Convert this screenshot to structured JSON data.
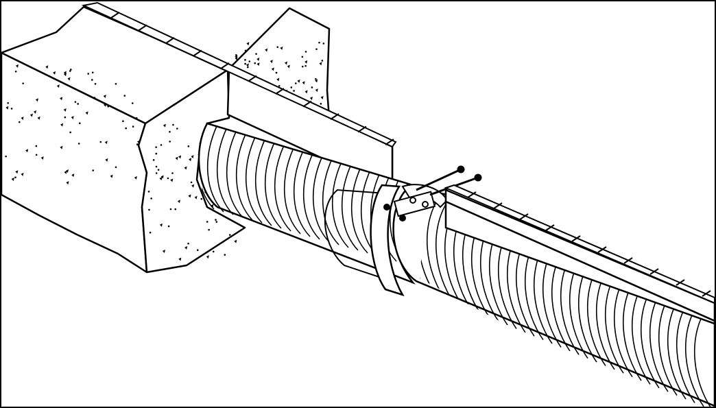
{
  "figure": {
    "colors": {
      "background": "#ffffff",
      "ink": "#000000",
      "wall": "#ffffff"
    },
    "elements": {
      "frame": "figure-frame",
      "concrete_structure": "concrete-block",
      "corrugated_pipe": "corrugated-pipe",
      "pipe_coupler": "coupler-band",
      "coupler_fasteners": "fastener-bolts",
      "near_trench_wall": "trench-wall-left",
      "far_trench_wall": "trench-wall-right"
    }
  }
}
